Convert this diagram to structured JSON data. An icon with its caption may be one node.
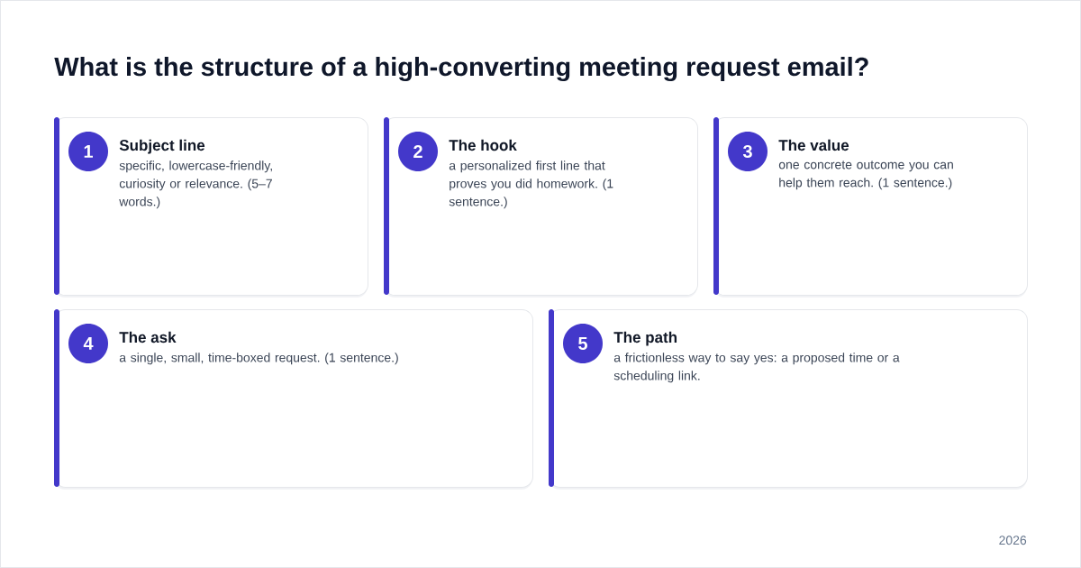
{
  "diagram": {
    "title": "What is the structure of a high-converting meeting request email?",
    "nodes": [
      {
        "text": [
          "Subject line",
          "specific, lowercase-friendly, curiosity or relevance. (5–7 words.)"
        ]
      },
      {
        "text": [
          "1"
        ],
        "in": 0
      },
      {
        "text": [
          "The hook",
          "a personalized first line that proves you did homework. (1 sentence.)"
        ]
      },
      {
        "text": [
          "2"
        ],
        "in": 2
      },
      {
        "text": [
          "The value",
          "one concrete outcome you can help them reach. (1 sentence.)"
        ]
      },
      {
        "text": [
          "3"
        ],
        "in": 4
      },
      {
        "text": [
          "The ask",
          "a single, small, time-boxed request. (1 sentence.)"
        ]
      },
      {
        "text": [
          "4"
        ],
        "in": 6
      },
      {
        "text": [
          "The path",
          "a frictionless way to say yes: a proposed time or a scheduling link."
        ]
      },
      {
        "text": [
          "5"
        ],
        "in": 8
      }
    ],
    "labels": [
      "2026"
    ]
  }
}
